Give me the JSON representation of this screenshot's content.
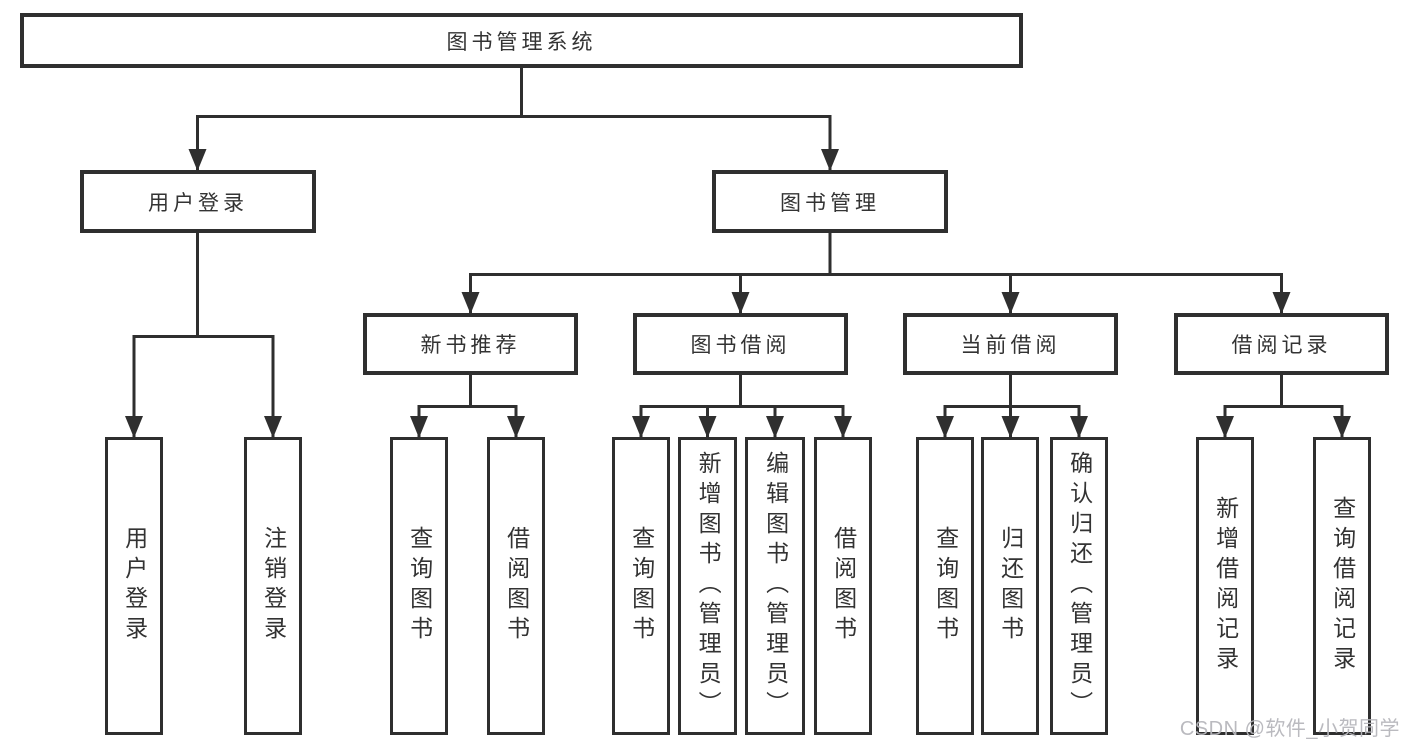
{
  "diagram": {
    "root": {
      "label": "图书管理系统"
    },
    "level2": [
      {
        "label": "用户登录"
      },
      {
        "label": "图书管理"
      }
    ],
    "level3": [
      {
        "label": "新书推荐"
      },
      {
        "label": "图书借阅"
      },
      {
        "label": "当前借阅"
      },
      {
        "label": "借阅记录"
      }
    ],
    "leaf_groups": [
      {
        "parent": "用户登录",
        "items": [
          "用户登录",
          "注销登录"
        ]
      },
      {
        "parent": "新书推荐",
        "items": [
          "查询图书",
          "借阅图书"
        ]
      },
      {
        "parent": "图书借阅",
        "items": [
          "查询图书",
          "新增图书（管理员）",
          "编辑图书（管理员）",
          "借阅图书"
        ]
      },
      {
        "parent": "当前借阅",
        "items": [
          "查询图书",
          "归还图书",
          "确认归还（管理员）"
        ]
      },
      {
        "parent": "借阅记录",
        "items": [
          "新增借阅记录",
          "查询借阅记录"
        ]
      }
    ],
    "colors": {
      "line": "#2f2f2f",
      "box_border": "#2f2f2f",
      "box_fill": "#ffffff",
      "text": "#333333",
      "watermark": "#b6b6bc",
      "background": "#ffffff"
    }
  },
  "watermark": {
    "text": "CSDN @软件_小贺同学"
  }
}
